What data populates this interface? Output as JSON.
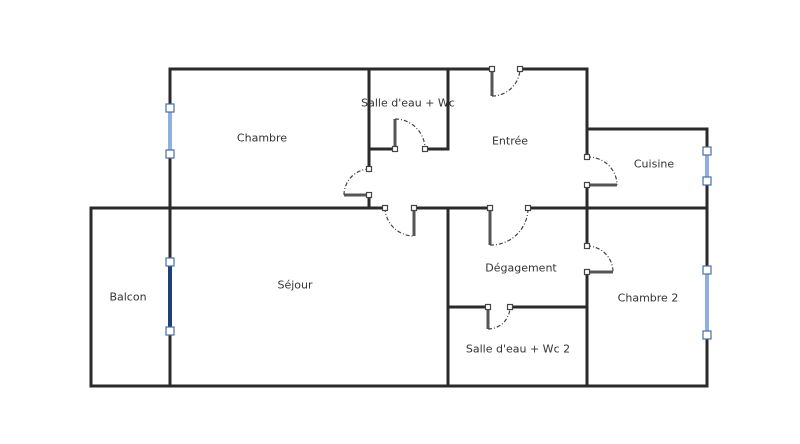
{
  "rooms": {
    "chambre": "Chambre",
    "salle_eau_wc": "Salle d'eau + Wc",
    "entree": "Entrée",
    "cuisine": "Cuisine",
    "balcon": "Balcon",
    "sejour": "Séjour",
    "degagement": "Dégagement",
    "chambre_2": "Chambre 2",
    "salle_eau_wc_2": "Salle d'eau + Wc 2"
  },
  "colors": {
    "wall": "#2a2a2a",
    "window_light": "#8fb0dc",
    "window_dark": "#1f3f7a"
  }
}
